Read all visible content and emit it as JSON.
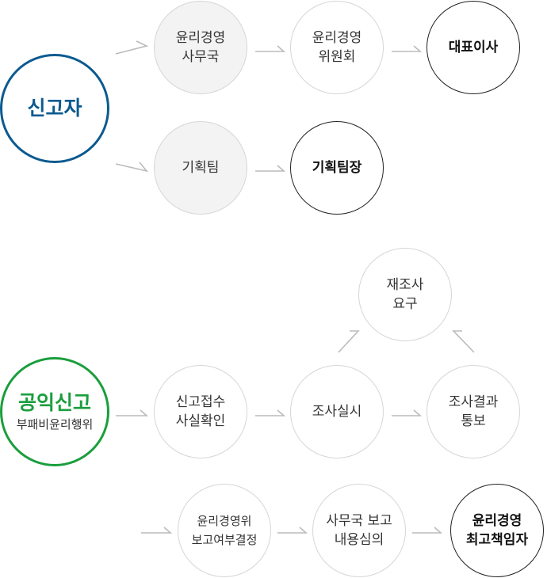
{
  "flow1": {
    "reporter": "신고자",
    "ethics_office": [
      "윤리경영",
      "사무국"
    ],
    "ethics_committee": [
      "윤리경영",
      "위원회"
    ],
    "ceo": "대표이사",
    "planning_team": "기획팀",
    "planning_team_leader": "기획팀장"
  },
  "flow2": {
    "whistleblowing": "공익신고",
    "whistleblowing_sub": "부패비윤리행위",
    "receipt": [
      "신고접수",
      "사실확인"
    ],
    "investigation": "조사실시",
    "result_notice": [
      "조사결과",
      "통보"
    ],
    "reinvestigation": [
      "재조사",
      "요구"
    ],
    "committee_decision": [
      "윤리경영위",
      "보고여부결정"
    ],
    "office_review": [
      "사무국 보고",
      "내용심의"
    ],
    "cpo": [
      "윤리경영",
      "최고책임자"
    ]
  },
  "colors": {
    "blue": "#0b5a90",
    "green": "#1a9e3c",
    "arrow": "#bbbbbb"
  }
}
